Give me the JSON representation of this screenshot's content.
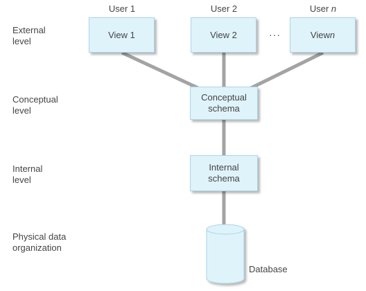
{
  "levels": {
    "external": "External\nlevel",
    "conceptual": "Conceptual\nlevel",
    "internal": "Internal\nlevel",
    "physical": "Physical data\norganization"
  },
  "users": {
    "user1": "User 1",
    "user2": "User 2",
    "usern_prefix": "User ",
    "usern_suffix": "n"
  },
  "views": {
    "view1": "View 1",
    "view2": "View 2",
    "viewn_prefix": "View ",
    "viewn_suffix": "n"
  },
  "ellipsis": "···",
  "schemas": {
    "conceptual": "Conceptual\nschema",
    "internal": "Internal\nschema"
  },
  "database": "Database",
  "colors": {
    "box_fill": "#dff3fa",
    "box_border": "#aad4e6",
    "connector": "#a3a3a3",
    "db_fill": "#dff3fa"
  }
}
